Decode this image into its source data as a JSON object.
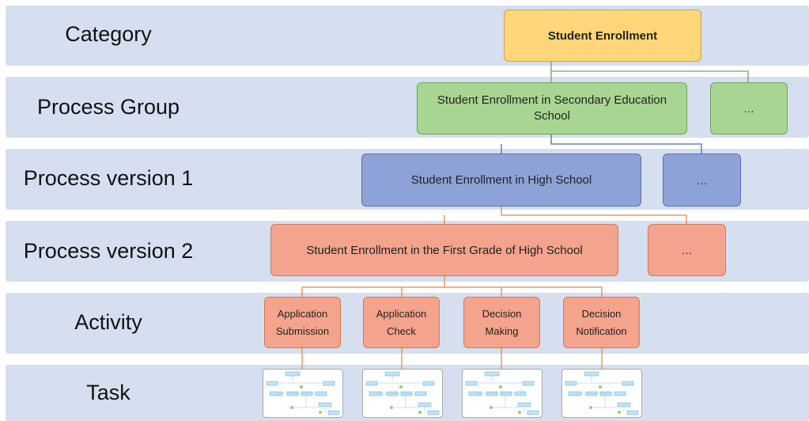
{
  "levels": {
    "category": "Category",
    "process_group": "Process Group",
    "process_v1": "Process version 1",
    "process_v2": "Process version 2",
    "activity": "Activity",
    "task": "Task"
  },
  "nodes": {
    "category": "Student Enrollment",
    "group": "Student Enrollment in Secondary Education School",
    "group_more": "…",
    "v1": "Student Enrollment in High School",
    "v1_more": "…",
    "v2": "Student Enrollment in the First Grade of High School",
    "v2_more": "…",
    "activities": [
      "Application Submission",
      "Application Check",
      "Decision Making",
      "Decision Notification"
    ]
  },
  "colors": {
    "band": "#d6dfef",
    "category": "#ffd67a",
    "group": "#a8d692",
    "v1": "#8ea2d8",
    "v2": "#f4a48c",
    "link_green": "#6ea65a",
    "link_blue": "#4a6bb5",
    "link_orange": "#e8884a"
  },
  "task_thumbnails": [
    "task-diagram-thumbnail",
    "task-diagram-thumbnail",
    "task-diagram-thumbnail",
    "task-diagram-thumbnail"
  ]
}
